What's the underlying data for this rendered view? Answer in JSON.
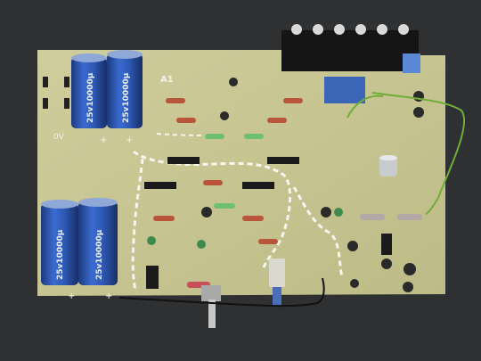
{
  "image": {
    "board_label": "A1",
    "silk_0v": "0V",
    "plus": "+",
    "minus": "-",
    "big_caps": [
      {
        "rating": "25v10000µ"
      },
      {
        "rating": "25v10000µ"
      },
      {
        "rating": "25v10000µ"
      },
      {
        "rating": "25v10000µ"
      }
    ],
    "colors": {
      "bench": "#2f3133",
      "pcb": "#c5c491",
      "cap_blue": "#2f5bb8",
      "cap_dark": "#1f3e82",
      "trace": "#f4f4ee",
      "connector": "#151515"
    }
  }
}
